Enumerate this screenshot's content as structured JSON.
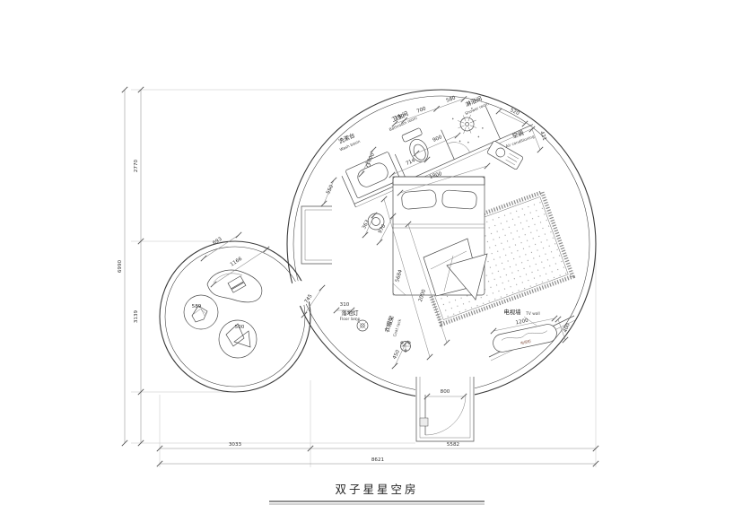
{
  "title": {
    "text": "双子星星空房"
  },
  "labels": {
    "washbasin": {
      "zh": "洗漱台",
      "en": "Wash basin"
    },
    "bathroom": {
      "zh": "卫生间",
      "en": "Bathroom room"
    },
    "shower": {
      "zh": "淋浴间",
      "en": "Shower room"
    },
    "air_conditioning": {
      "zh": "空调",
      "en": "Air conditioning"
    },
    "floor_lamp": {
      "zh": "落地灯",
      "en": "Floor lamp"
    },
    "coat_rack": {
      "zh": "衣帽架",
      "en": "Coat rack"
    },
    "tv_wall": {
      "zh": "电视墙",
      "en": "TV wall"
    },
    "tv_cabinet": {
      "zh": "电视柜"
    }
  },
  "dims": {
    "top_a": "190",
    "top_b": "700",
    "top_c": "580",
    "top_d": "520",
    "ac_depth": "421",
    "toilet_zone": "900",
    "toilet": "714",
    "basin_len": "1000",
    "basin_depth": "550",
    "bath_width": "1800",
    "stool": "363",
    "bed_gap": "970",
    "diag_a": "5684",
    "diag_b": "2000",
    "lamp": "310",
    "passage": "745",
    "coat": "450",
    "door": "800",
    "bench_len": "1200",
    "bench_depth": "400",
    "desk_a": "693",
    "desk_b": "1166",
    "chair_a": "589",
    "chair_b": "500",
    "v_upper": "2770",
    "v_lower": "3139",
    "v_total": "6990",
    "h_left": "3033",
    "h_right": "5582",
    "h_total": "8621"
  },
  "colors": {
    "wall": "#3a3a3a",
    "dimension": "#8c8c8c",
    "text": "#333333",
    "cabinet_text": "#8a5a4a"
  }
}
